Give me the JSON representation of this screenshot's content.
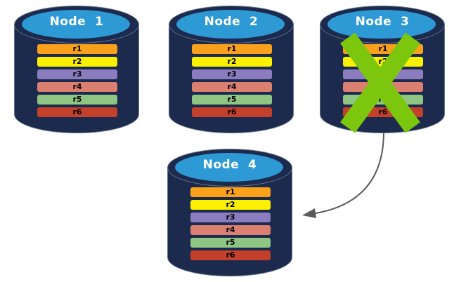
{
  "diagram": {
    "background": "#ffffff",
    "colors": {
      "cylinder_body": "#1B2A4D",
      "cylinder_top_face": "#2E9AD5",
      "node_label": "#ffffff",
      "row_label": "#000000",
      "failure_x": "#7CC70E",
      "arrow": "#595959"
    },
    "rows": [
      {
        "label": "r1",
        "color": "#F9A11B"
      },
      {
        "label": "r2",
        "color": "#FBF000"
      },
      {
        "label": "r3",
        "color": "#8A7CBE"
      },
      {
        "label": "r4",
        "color": "#DB8070"
      },
      {
        "label": "r5",
        "color": "#8FC583"
      },
      {
        "label": "r6",
        "color": "#C5402A"
      }
    ],
    "nodes": [
      {
        "label": "Node  1",
        "failed": false
      },
      {
        "label": "Node  2",
        "failed": false
      },
      {
        "label": "Node  3",
        "failed": true
      },
      {
        "label": "Node  4",
        "failed": false
      }
    ]
  }
}
